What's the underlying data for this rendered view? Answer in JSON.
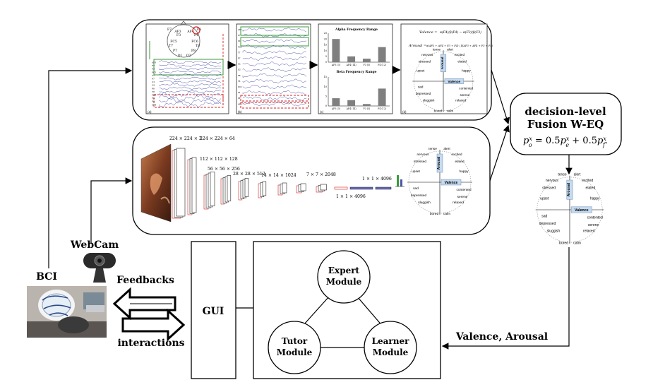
{
  "labels": {
    "bci": "BCI",
    "webcam": "WebCam",
    "feedbacks": "Feedbacks",
    "interactions": "interactions",
    "gui": "GUI",
    "valence_arousal": "Valence, Arousal"
  },
  "modules": {
    "expert_line1": "Expert",
    "expert_line2": "Module",
    "tutor_line1": "Tutor",
    "tutor_line2": "Module",
    "learner_line1": "Learner",
    "learner_line2": "Module"
  },
  "fusion": {
    "title_line1": "decision-level",
    "title_line2": "Fusion W-EQ"
  },
  "eeg_panel": {
    "montage_electrodes": [
      "F7",
      "AF3",
      "AF4",
      "F8",
      "F3",
      "F4",
      "FC5",
      "FC6",
      "T7",
      "T8",
      "P7",
      "P8",
      "O1",
      "O2"
    ],
    "channel_labels": [
      "AF3",
      "F7",
      "F3",
      "FC5",
      "T7",
      "P7",
      "O1",
      "O2",
      "P8",
      "T8",
      "FC6",
      "F4",
      "F8",
      "AF4"
    ],
    "panel_tags": [
      "(a)",
      "(b)",
      "(c)",
      "(d)"
    ],
    "chart_titles": [
      "Alpha Frequency Range",
      "Beta Frequency Range"
    ],
    "chart_categories": [
      "AF3 (3)",
      "AF4 (14)",
      "F3 (5)",
      "F4 (12)"
    ],
    "alpha_values": [
      20,
      5,
      3,
      13
    ],
    "beta_values": [
      4,
      3,
      1,
      9
    ],
    "alpha_axis": [
      "25",
      "20",
      "15",
      "10",
      "5",
      "0"
    ],
    "beta_axis": [
      "15",
      "10",
      "5",
      "0"
    ],
    "valence_eq_lhs": "Valence =",
    "valence_eq_rhs": "α(F4)/β(F4) − α(F3)/β(F3)",
    "arousal_eq_lhs": "Arousal =",
    "arousal_eq_rhs": "α(AF3 + AF4 + F3 + F4) / β(AF3 + AF4 + F3 + F4)"
  },
  "cnn_panel": {
    "sizes": [
      "224 × 224 × 3",
      "224 × 224 × 64",
      "112 × 112 × 128",
      "56 × 56 × 256",
      "28 × 28 × 512",
      "14 × 14 × 1024",
      "7 × 7 × 2048",
      "1 × 1 × 4096",
      "1 × 1 × 4096"
    ]
  },
  "circumplex": {
    "axis_arousal": "Arousal",
    "axis_valence": "Valence",
    "emotions": [
      "tense",
      "alert",
      "nervous",
      "excited",
      "stressed",
      "elated",
      "upset",
      "happy",
      "sad",
      "contented",
      "depressed",
      "serene",
      "sluggish",
      "relaxed",
      "bored",
      "calm"
    ]
  },
  "colors": {
    "stroke": "#000000",
    "bar": "#7f7f7f",
    "axis_box": "#c5d9ef",
    "highlight_green": "#3a9a3a",
    "highlight_red": "#d42020",
    "signal": "#4e55a8"
  }
}
